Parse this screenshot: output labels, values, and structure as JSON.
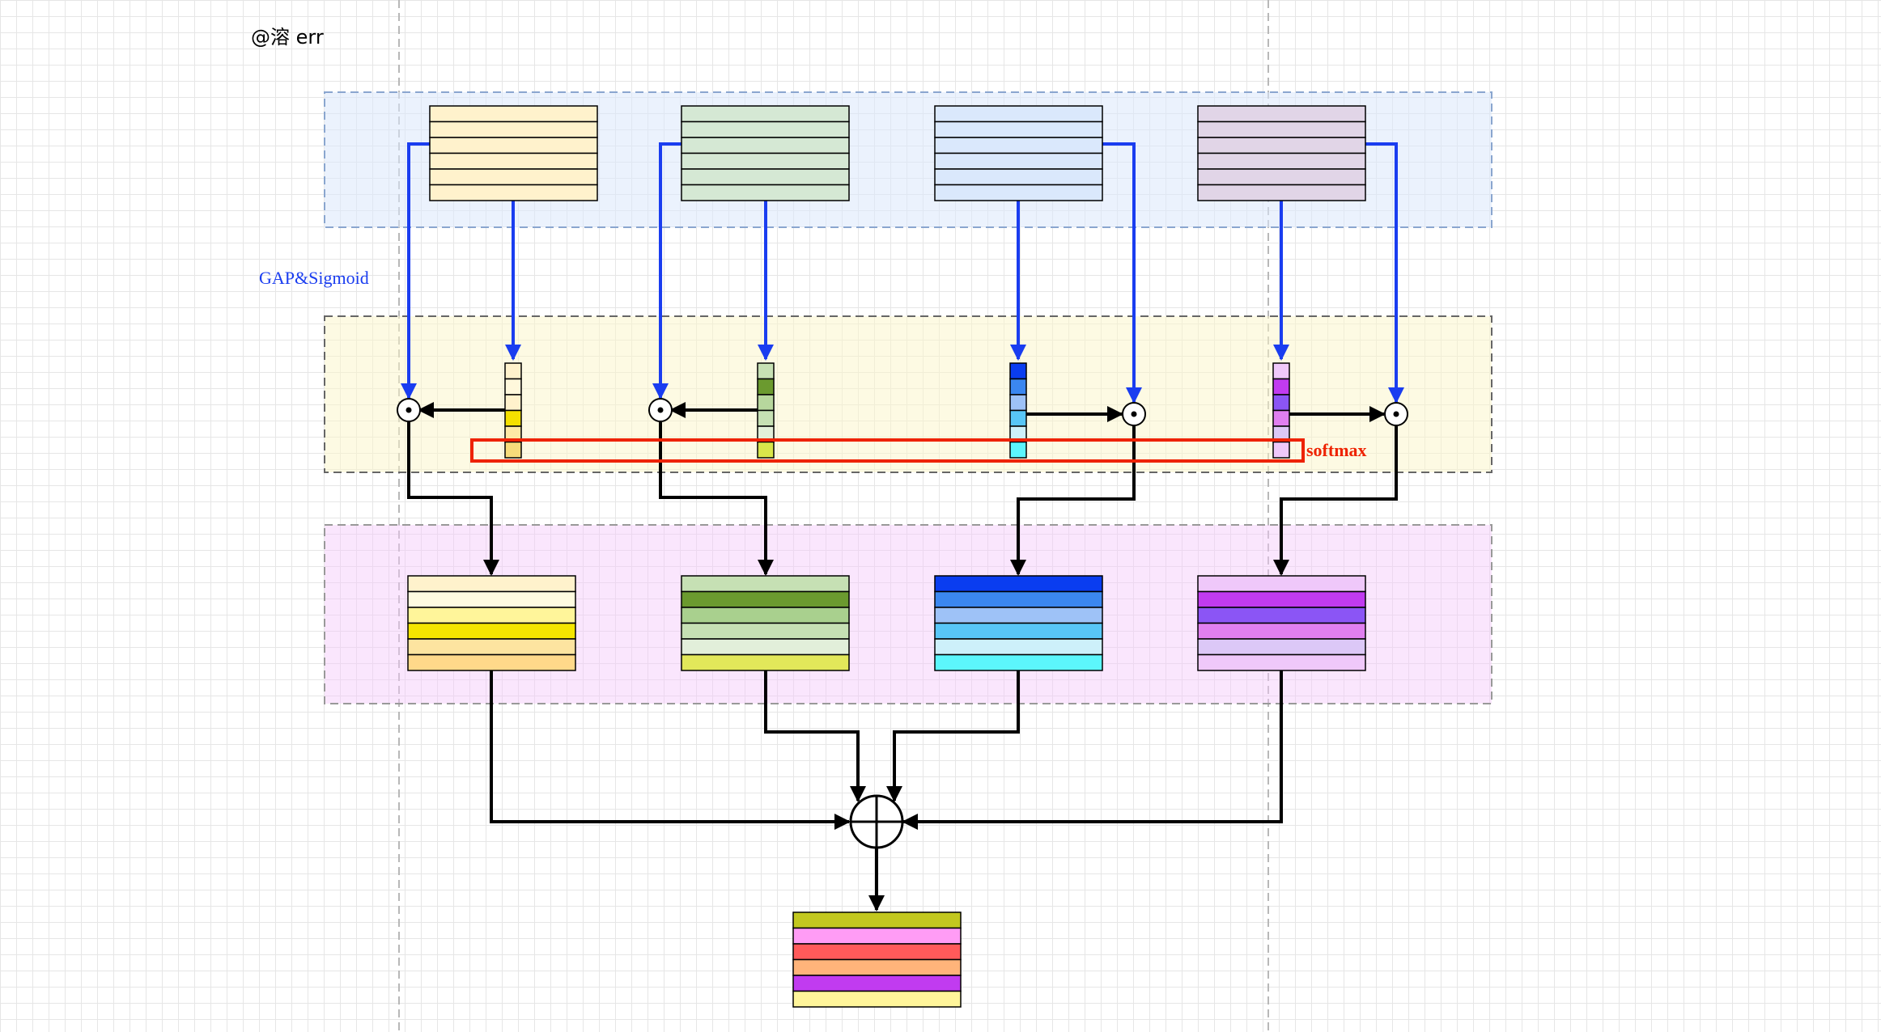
{
  "watermark": "@溶 err",
  "labels": {
    "gap_sigmoid": "GAP&Sigmoid",
    "softmax": "softmax"
  },
  "colors": {
    "blue_arrow": "#1a3df0",
    "red_box": "#ee2200",
    "band_top": "#dae8fc",
    "band_middle": "#fbf6c8",
    "band_bottom": "#f3c8fb"
  },
  "icons": {
    "multiply_node": "odot-icon",
    "sum_node": "oplus-icon"
  },
  "input_feature_maps": [
    {
      "name": "input-yellow",
      "fill": "#fff2cc"
    },
    {
      "name": "input-green",
      "fill": "#d5e8d4"
    },
    {
      "name": "input-blue",
      "fill": "#dae8fc"
    },
    {
      "name": "input-purple",
      "fill": "#e1d5e7"
    }
  ],
  "attention_vectors": [
    {
      "name": "yellow",
      "cells": [
        "#fff2cc",
        "#fff8dc",
        "#fff2cc",
        "#f5e000",
        "#fde9a6",
        "#f7dc7a"
      ]
    },
    {
      "name": "green",
      "cells": [
        "#c6e0b4",
        "#6b9a2f",
        "#b7d79d",
        "#c6e0b4",
        "#e2efda",
        "#d9e64a"
      ]
    },
    {
      "name": "blue",
      "cells": [
        "#0a3df0",
        "#3b87f0",
        "#9ec2f7",
        "#58c6f7",
        "#cdf0fa",
        "#5cf6fc"
      ]
    },
    {
      "name": "purple",
      "cells": [
        "#efc8fa",
        "#c13bf0",
        "#8b55f5",
        "#e07ff0",
        "#dcc8f7",
        "#efc8fa"
      ]
    }
  ],
  "reweighted_feature_maps": [
    {
      "name": "yellow",
      "rows": [
        "#fff2cc",
        "#fffbe0",
        "#fff59a",
        "#f5e600",
        "#fde4a0",
        "#ffd98a"
      ]
    },
    {
      "name": "green",
      "rows": [
        "#c6e0b4",
        "#6b9a2f",
        "#a9d08e",
        "#c6e0b4",
        "#e2efda",
        "#e2e85a"
      ]
    },
    {
      "name": "blue",
      "rows": [
        "#0a3df0",
        "#3b87f0",
        "#9ec2f7",
        "#58c6f7",
        "#cdf0fa",
        "#5cf6fc"
      ]
    },
    {
      "name": "purple",
      "rows": [
        "#efc8fa",
        "#c13bf0",
        "#8b55f5",
        "#e07ff0",
        "#dcc8f7",
        "#efc8fa"
      ]
    }
  ],
  "output_feature_map": {
    "rows": [
      "#c2c81f",
      "#ff9cf5",
      "#ff5a5a",
      "#ffb47a",
      "#c13bf0",
      "#fff59a"
    ]
  }
}
